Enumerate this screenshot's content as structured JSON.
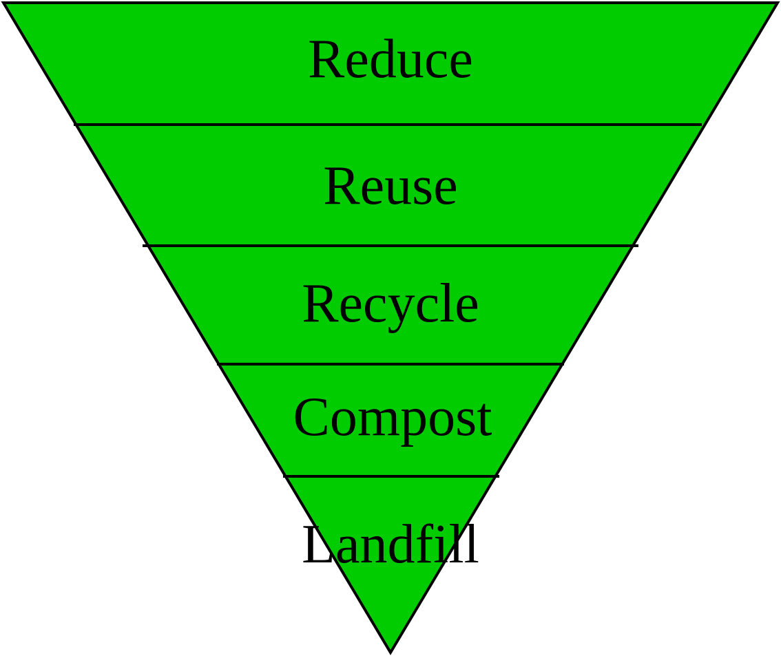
{
  "diagram": {
    "type": "inverted-pyramid",
    "fill_color": "#00cc00",
    "outline_color": "#000000",
    "tiers": [
      {
        "label": "Reduce"
      },
      {
        "label": "Reuse"
      },
      {
        "label": "Recycle"
      },
      {
        "label": "Compost"
      },
      {
        "label": "Landfill"
      }
    ]
  }
}
